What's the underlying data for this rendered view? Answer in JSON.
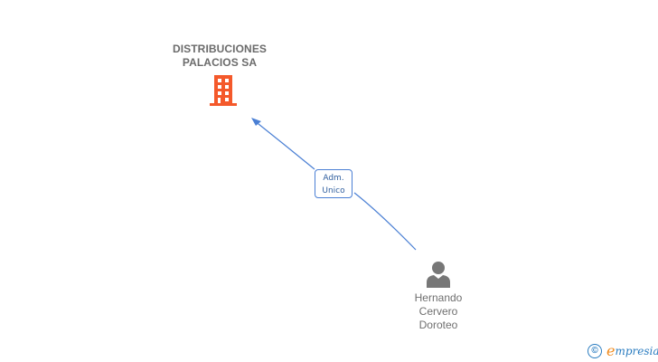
{
  "company": {
    "name_line1": "DISTRIBUCIONES",
    "name_line2": "PALACIOS SA",
    "icon": "building-icon",
    "icon_color": "#f4592b"
  },
  "relation": {
    "label_line1": "Adm.",
    "label_line2": "Unico",
    "line_color": "#4a7fd4"
  },
  "person": {
    "name_line1": "Hernando",
    "name_line2": "Cervero",
    "name_line3": "Doroteo",
    "icon": "person-icon",
    "icon_color": "#777777"
  },
  "footer": {
    "copyright_symbol": "©",
    "brand_first_letter": "e",
    "brand_rest": "mpresia"
  }
}
